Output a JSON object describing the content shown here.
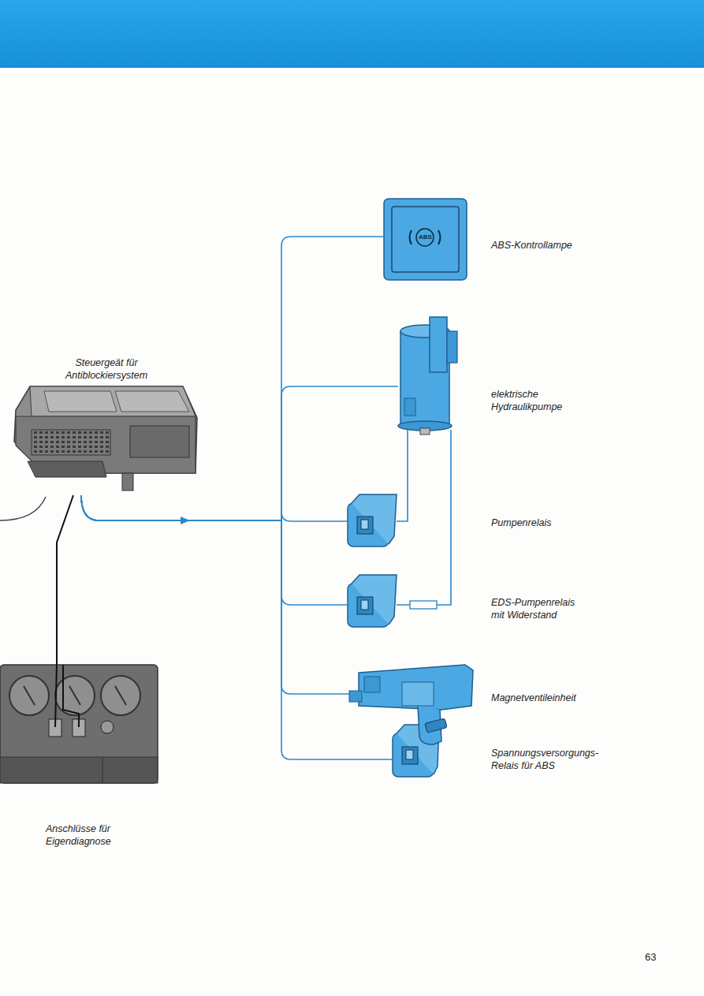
{
  "diagram": {
    "nodes": [
      {
        "text": [
          "Steuergeät für Antiblockiersystem"
        ]
      },
      {
        "text": [
          "ABS",
          "ABS-Kontrollampe"
        ]
      },
      {
        "text": [
          "elektrische Hydraulikpumpe"
        ]
      },
      {
        "text": [
          "Pumpenrelais"
        ]
      },
      {
        "text": [
          "EDS-Pumpenrelais mit Widerstand"
        ]
      },
      {
        "text": [
          "Magnetventileinheit"
        ]
      },
      {
        "text": [
          "Spannungsversorgungs- Relais für ABS"
        ]
      },
      {
        "text": [
          "Anschlüsse für Eigendiagnose"
        ]
      }
    ],
    "edges": [
      {
        "from": 0,
        "to": 1,
        "arrow": "none"
      },
      {
        "from": 0,
        "to": 2,
        "arrow": "none"
      },
      {
        "from": 0,
        "to": 3,
        "arrow": "none"
      },
      {
        "from": 0,
        "to": 4,
        "arrow": "none"
      },
      {
        "from": 0,
        "to": 5,
        "arrow": "none"
      },
      {
        "from": 0,
        "to": 6,
        "arrow": "none"
      },
      {
        "from": 3,
        "to": 2,
        "arrow": "none"
      },
      {
        "from": 4,
        "to": 2,
        "arrow": "none"
      },
      {
        "from": 0,
        "to": 7,
        "arrow": "none"
      }
    ],
    "labels": [
      "63"
    ]
  }
}
